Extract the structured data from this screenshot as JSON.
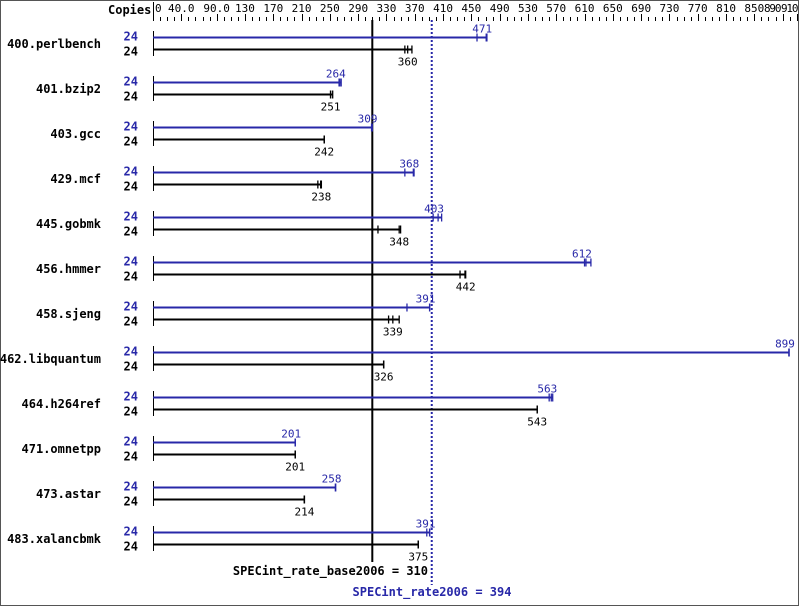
{
  "chart_data": {
    "type": "bar",
    "orientation": "horizontal",
    "axis_label": "Copies",
    "xlim": [
      0,
      910
    ],
    "tick_labels": [
      "0",
      "40.0",
      "90.0",
      "130",
      "170",
      "210",
      "250",
      "290",
      "330",
      "370",
      "410",
      "450",
      "490",
      "530",
      "570",
      "610",
      "650",
      "690",
      "730",
      "770",
      "810",
      "850",
      "890",
      "910"
    ],
    "tick_values": [
      0,
      40,
      90,
      130,
      170,
      210,
      250,
      290,
      330,
      370,
      410,
      450,
      490,
      530,
      570,
      610,
      650,
      690,
      730,
      770,
      810,
      850,
      890,
      910
    ],
    "minor_tick_step": 10,
    "colors": {
      "peak": "#2828a8",
      "base": "#000000"
    },
    "benchmarks": [
      {
        "name": "400.perlbench",
        "peak": {
          "copies": "24",
          "value": 471,
          "min": 458,
          "max": 472
        },
        "base": {
          "copies": "24",
          "value": 360,
          "min": 356,
          "max": 366
        }
      },
      {
        "name": "401.bzip2",
        "peak": {
          "copies": "24",
          "value": 264,
          "min": 263,
          "max": 266
        },
        "base": {
          "copies": "24",
          "value": 251,
          "min": 251,
          "max": 254
        }
      },
      {
        "name": "403.gcc",
        "peak": {
          "copies": "24",
          "value": 309,
          "min": 309,
          "max": 310
        },
        "base": {
          "copies": "24",
          "value": 242,
          "min": 242,
          "max": 242
        }
      },
      {
        "name": "429.mcf",
        "peak": {
          "copies": "24",
          "value": 368,
          "min": 356,
          "max": 369
        },
        "base": {
          "copies": "24",
          "value": 238,
          "min": 233,
          "max": 237
        }
      },
      {
        "name": "445.gobmk",
        "peak": {
          "copies": "24",
          "value": 403,
          "min": 396,
          "max": 408
        },
        "base": {
          "copies": "24",
          "value": 348,
          "min": 318,
          "max": 350
        }
      },
      {
        "name": "456.hmmer",
        "peak": {
          "copies": "24",
          "value": 612,
          "min": 610,
          "max": 619
        },
        "base": {
          "copies": "24",
          "value": 442,
          "min": 434,
          "max": 441
        }
      },
      {
        "name": "458.sjeng",
        "peak": {
          "copies": "24",
          "value": 391,
          "min": 359,
          "max": 391
        },
        "base": {
          "copies": "24",
          "value": 339,
          "min": 333,
          "max": 348
        }
      },
      {
        "name": "462.libquantum",
        "peak": {
          "copies": "24",
          "value": 899,
          "min": 899,
          "max": 899
        },
        "base": {
          "copies": "24",
          "value": 326,
          "min": 326,
          "max": 326
        }
      },
      {
        "name": "464.h264ref",
        "peak": {
          "copies": "24",
          "value": 563,
          "min": 560,
          "max": 565
        },
        "base": {
          "copies": "24",
          "value": 543,
          "min": 543,
          "max": 543
        }
      },
      {
        "name": "471.omnetpp",
        "peak": {
          "copies": "24",
          "value": 201,
          "min": 201,
          "max": 201
        },
        "base": {
          "copies": "24",
          "value": 201,
          "min": 201,
          "max": 201
        }
      },
      {
        "name": "473.astar",
        "peak": {
          "copies": "24",
          "value": 258,
          "min": 258,
          "max": 258
        },
        "base": {
          "copies": "24",
          "value": 214,
          "min": 214,
          "max": 214
        }
      },
      {
        "name": "483.xalancbmk",
        "peak": {
          "copies": "24",
          "value": 391,
          "min": 387,
          "max": 391
        },
        "base": {
          "copies": "24",
          "value": 375,
          "min": 375,
          "max": 375
        }
      }
    ],
    "base_summary": {
      "label": "SPECint_rate_base2006 = 310",
      "value": 310
    },
    "peak_summary": {
      "label": "SPECint_rate2006 = 394",
      "value": 394
    }
  }
}
